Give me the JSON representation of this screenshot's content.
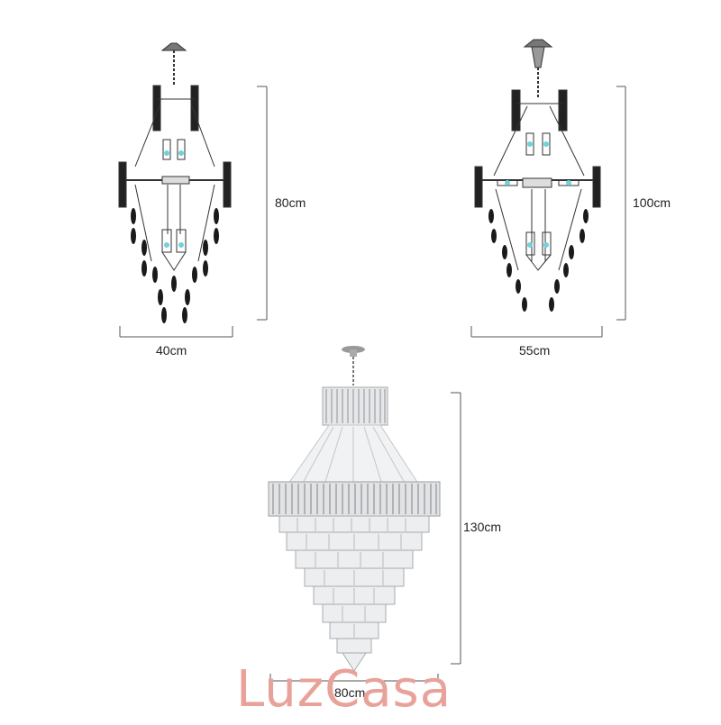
{
  "figures": [
    {
      "name": "small-chandelier",
      "width_label": "40cm",
      "height_label": "80cm"
    },
    {
      "name": "medium-chandelier",
      "width_label": "55cm",
      "height_label": "100cm"
    },
    {
      "name": "large-chandelier",
      "width_label": "80cm",
      "height_label": "130cm"
    }
  ],
  "logo": {
    "text": "LuzCasa",
    "color": "#e8a29a"
  },
  "colors": {
    "line": "#555555",
    "dark": "#1a1a1a",
    "accent": "#6fd3d9",
    "crystal": "#b9bcc0"
  }
}
